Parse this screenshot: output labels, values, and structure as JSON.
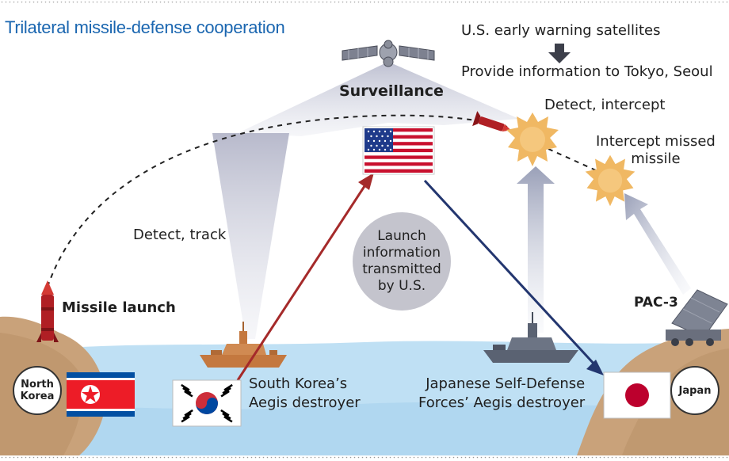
{
  "title": "Trilateral missile-defense cooperation",
  "satellite_info": {
    "line1": "U.S. early warning satellites",
    "line2": "Provide information to Tokyo, Seoul"
  },
  "labels": {
    "surveillance": "Surveillance",
    "detect_intercept": "Detect, intercept",
    "intercept_missed": "Intercept missed\nmissile",
    "detect_track": "Detect, track",
    "missile_launch": "Missile launch",
    "launch_info": "Launch\ninformation\ntransmitted\nby U.S.",
    "pac3": "PAC-3",
    "south_korea_destroyer": "South Korea’s\nAegis destroyer",
    "japan_destroyer": "Japanese Self-Defense\nForces’ Aegis destroyer",
    "north_korea": "North\nKorea",
    "japan": "Japan"
  },
  "icons": [
    "satellite-icon",
    "missile-icon",
    "explosion-icon",
    "destroyer-icon",
    "pac3-launcher-icon",
    "us-flag-icon",
    "north-korea-flag-icon",
    "south-korea-flag-icon",
    "japan-flag-icon",
    "down-arrow-icon"
  ],
  "colors": {
    "title": "#1a66b0",
    "red_arrow": "#a52a2a",
    "blue_arrow": "#23366f",
    "sea": "#bfe0f4",
    "land": "#c9a27a",
    "explosion": "#f0b863"
  }
}
